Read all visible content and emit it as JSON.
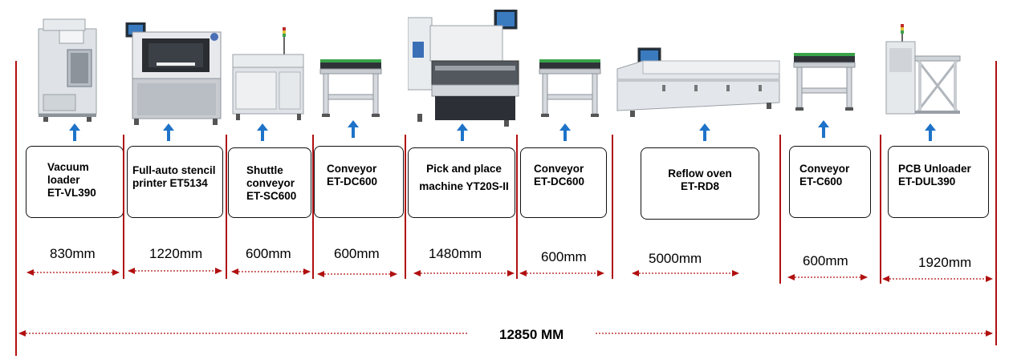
{
  "stations": [
    {
      "id": "vacuum-loader",
      "label_lines": [
        "Vacuum",
        "loader",
        "ET-VL390"
      ],
      "length": "830mm"
    },
    {
      "id": "stencil-printer",
      "label_lines": [
        "Full-auto stencil",
        "printer ET5134"
      ],
      "length": "1220mm"
    },
    {
      "id": "shuttle-conveyor",
      "label_lines": [
        "Shuttle",
        "conveyor",
        "ET-SC600"
      ],
      "length": "600mm"
    },
    {
      "id": "conveyor-1",
      "label_lines": [
        "Conveyor",
        "ET-DC600"
      ],
      "length": "600mm"
    },
    {
      "id": "pick-and-place",
      "label_lines": [
        "Pick and place",
        "",
        "machine YT20S-II"
      ],
      "length": "1480mm"
    },
    {
      "id": "conveyor-2",
      "label_lines": [
        "Conveyor",
        "ET-DC600"
      ],
      "length": "600mm"
    },
    {
      "id": "reflow-oven",
      "label_lines": [
        "Reflow oven",
        "ET-RD8"
      ],
      "length": "5000mm"
    },
    {
      "id": "conveyor-3",
      "label_lines": [
        "Conveyor",
        "ET-C600"
      ],
      "length": "600mm"
    },
    {
      "id": "pcb-unloader",
      "label_lines": [
        "PCB Unloader",
        "ET-DUL390"
      ],
      "length": "1920mm"
    }
  ],
  "total_length": "12850 MM",
  "colors": {
    "accent_red": "#b01010",
    "arrow_blue": "#1e73c8",
    "machine_gray": "#d9dde2",
    "machine_dark": "#6b7178"
  }
}
